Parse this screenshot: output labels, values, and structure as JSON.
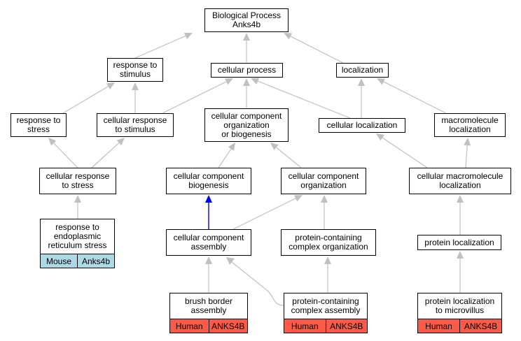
{
  "colors": {
    "edge": "#c0c0c0",
    "highlight_edge": "#0000ff",
    "mouse_annotation": "#add8e6",
    "human_annotation": "#fa5a46"
  },
  "nodes": {
    "root": "Biological Process\nAnks4b",
    "response_to_stimulus": "response to\nstimulus",
    "cellular_process": "cellular process",
    "localization": "localization",
    "response_to_stress": "response to\nstress",
    "cellular_response_to_stimulus": "cellular response\nto stimulus",
    "cellular_component_org_or_biogenesis": "cellular component\norganization\nor biogenesis",
    "cellular_localization": "cellular localization",
    "macromolecule_localization": "macromolecule\nlocalization",
    "cellular_response_to_stress": "cellular response\nto stress",
    "cellular_component_biogenesis": "cellular component\nbiogenesis",
    "cellular_component_organization": "cellular component\norganization",
    "cellular_macromolecule_localization": "cellular macromolecule\nlocalization",
    "cellular_component_assembly": "cellular component\nassembly",
    "protein_containing_complex_organization": "protein-containing\ncomplex organization",
    "protein_localization": "protein localization"
  },
  "annotated": {
    "er_stress": {
      "label": "response to\nendoplasmic\nreticulum stress",
      "species": "Mouse",
      "gene": "Anks4b"
    },
    "brush_border": {
      "label": "brush border\nassembly",
      "species": "Human",
      "gene": "ANKS4B"
    },
    "complex_assembly": {
      "label": "protein-containing\ncomplex assembly",
      "species": "Human",
      "gene": "ANKS4B"
    },
    "microvillus": {
      "label": "protein localization\nto microvillus",
      "species": "Human",
      "gene": "ANKS4B"
    }
  }
}
